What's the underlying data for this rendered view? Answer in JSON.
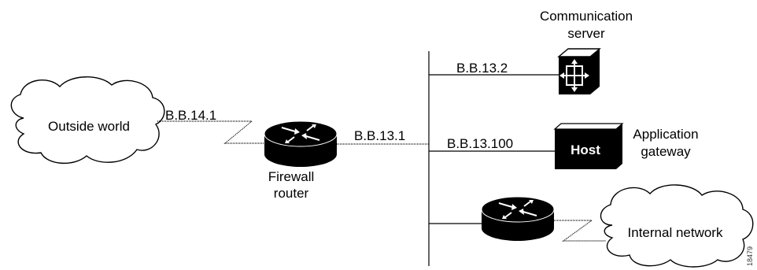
{
  "diagram": {
    "nodes": {
      "outside_world": "Outside world",
      "firewall_router": [
        "Firewall",
        "router"
      ],
      "communication_server": [
        "Communication",
        "server"
      ],
      "host": "Host",
      "application_gateway": [
        "Application",
        "gateway"
      ],
      "internal_network": "Internal network"
    },
    "links": {
      "outside_ip": "B.B.14.1",
      "firewall_ip": "B.B.13.1",
      "comm_server_ip": "B.B.13.2",
      "host_ip": "B.B.13.100"
    },
    "figure_id": "18479"
  }
}
